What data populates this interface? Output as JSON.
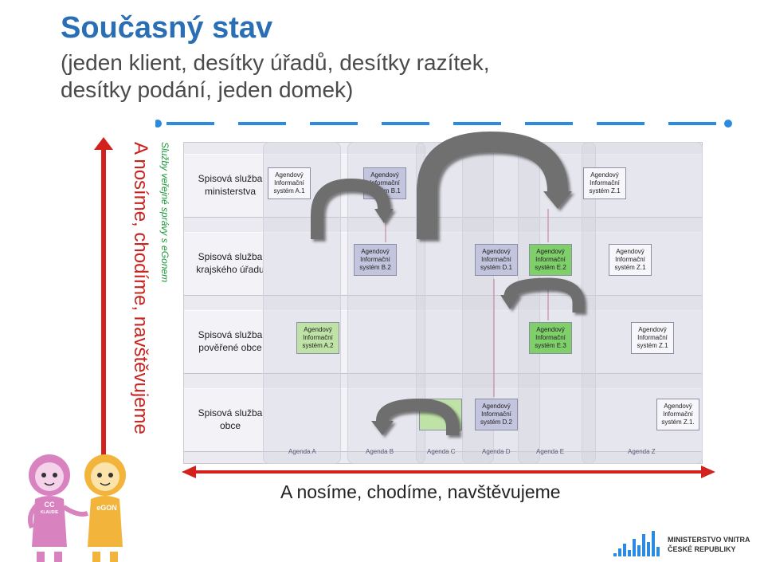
{
  "title": "Současný stav",
  "subtitle": {
    "line1": "(jeden klient, desítky úřadů, desítky razítek,",
    "line2": "desítky podání, jeden domek)"
  },
  "side_text": "A nosíme, chodíme, navštěvujeme",
  "side_small": "Služby veřejné správy s eGonem",
  "bottom_text": "A nosíme, chodíme, navštěvujeme",
  "rows": [
    {
      "line1": "Spisová služba",
      "line2": "ministerstva"
    },
    {
      "line1": "Spisová služba",
      "line2": "krajského úřadu"
    },
    {
      "line1": "Spisová služba",
      "line2": "pověřené obce"
    },
    {
      "line1": "Spisová služba",
      "line2": "obce"
    }
  ],
  "agendas": [
    "Agenda A",
    "Agenda B",
    "Agenda C",
    "Agenda D",
    "Agenda E",
    "Agenda Z"
  ],
  "ais_boxes": [
    {
      "l1": "Agendový",
      "l2": "Informační",
      "l3": "systém A.1",
      "color": "white"
    },
    {
      "l1": "Agendový",
      "l2": "Informační",
      "l3": "systém A.2",
      "color": "lgreen"
    },
    {
      "l1": "Agendový",
      "l2": "Informační",
      "l3": "systém B.1",
      "color": "blue"
    },
    {
      "l1": "Agendový",
      "l2": "Informační",
      "l3": "systém B.2",
      "color": "blue"
    },
    {
      "l1": "Agendový",
      "l2": "Informační",
      "l3": "systém D.1",
      "color": "blue"
    },
    {
      "l1": "Agendový",
      "l2": "Informační",
      "l3": "systém D.2",
      "color": "blue"
    },
    {
      "l1": "Agendový",
      "l2": "Informační",
      "l3": "systém E.2",
      "color": "green"
    },
    {
      "l1": "Agendový",
      "l2": "Informační",
      "l3": "systém E.3",
      "color": "green"
    },
    {
      "l1": "Agendový",
      "l2": "Informační",
      "l3": "systém Z.1",
      "color": "white"
    },
    {
      "l1": "Agendový",
      "l2": "Informační",
      "l3": "systém Z.1",
      "color": "white"
    },
    {
      "l1": "Agendový",
      "l2": "Informační",
      "l3": "systém Z.1",
      "color": "white"
    },
    {
      "l1": "Agendový",
      "l2": "Informační",
      "l3": "systém Z.1.",
      "color": "white"
    }
  ],
  "mascots": {
    "left_badge": "CC",
    "left_name": "KLAUDIE",
    "right_badge": "eGON"
  },
  "logo": {
    "line1": "MINISTERSTVO VNITRA",
    "line2": "ČESKÉ REPUBLIKY"
  },
  "colors": {
    "title": "#2a6fb5",
    "side_text": "#c8231e",
    "arrow": "#7d7d7d",
    "green_box": "#7fcf6a",
    "blue_box": "#c3c4dd"
  }
}
